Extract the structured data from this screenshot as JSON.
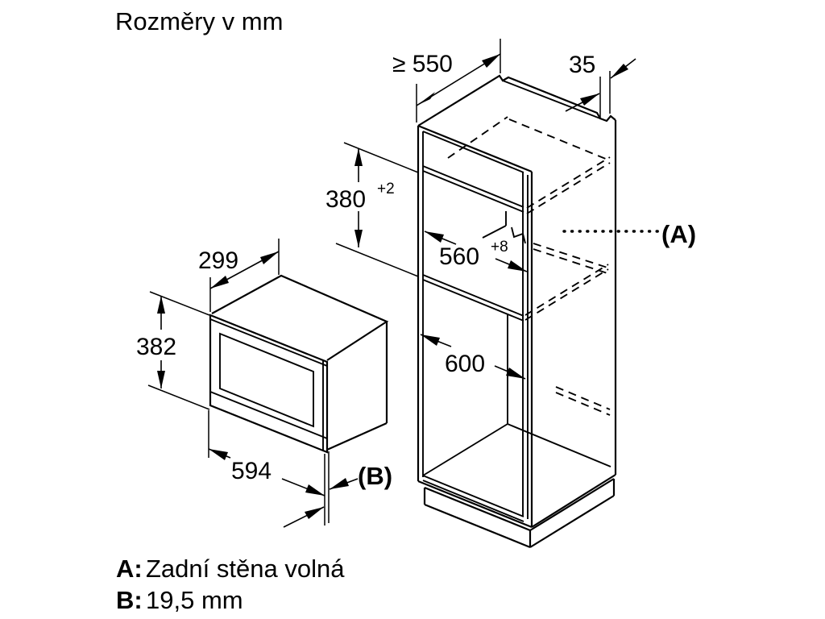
{
  "title": "Rozměry v mm",
  "colors": {
    "line": "#000000",
    "background": "#ffffff",
    "text": "#000000"
  },
  "cabinet": {
    "depth_min": "≥ 550",
    "top_strip": "35",
    "niche_height": "380",
    "niche_height_tolerance": "+2",
    "niche_width": "560",
    "niche_width_tolerance": "+8",
    "lower_niche_height": "600",
    "back_label": "(A)"
  },
  "microwave": {
    "depth": "299",
    "height": "382",
    "width": "594",
    "gap_label": "(B)"
  },
  "legend": {
    "a_key": "A:",
    "a_text": "Zadní stěna volná",
    "b_key": "B:",
    "b_text": "19,5 mm"
  }
}
